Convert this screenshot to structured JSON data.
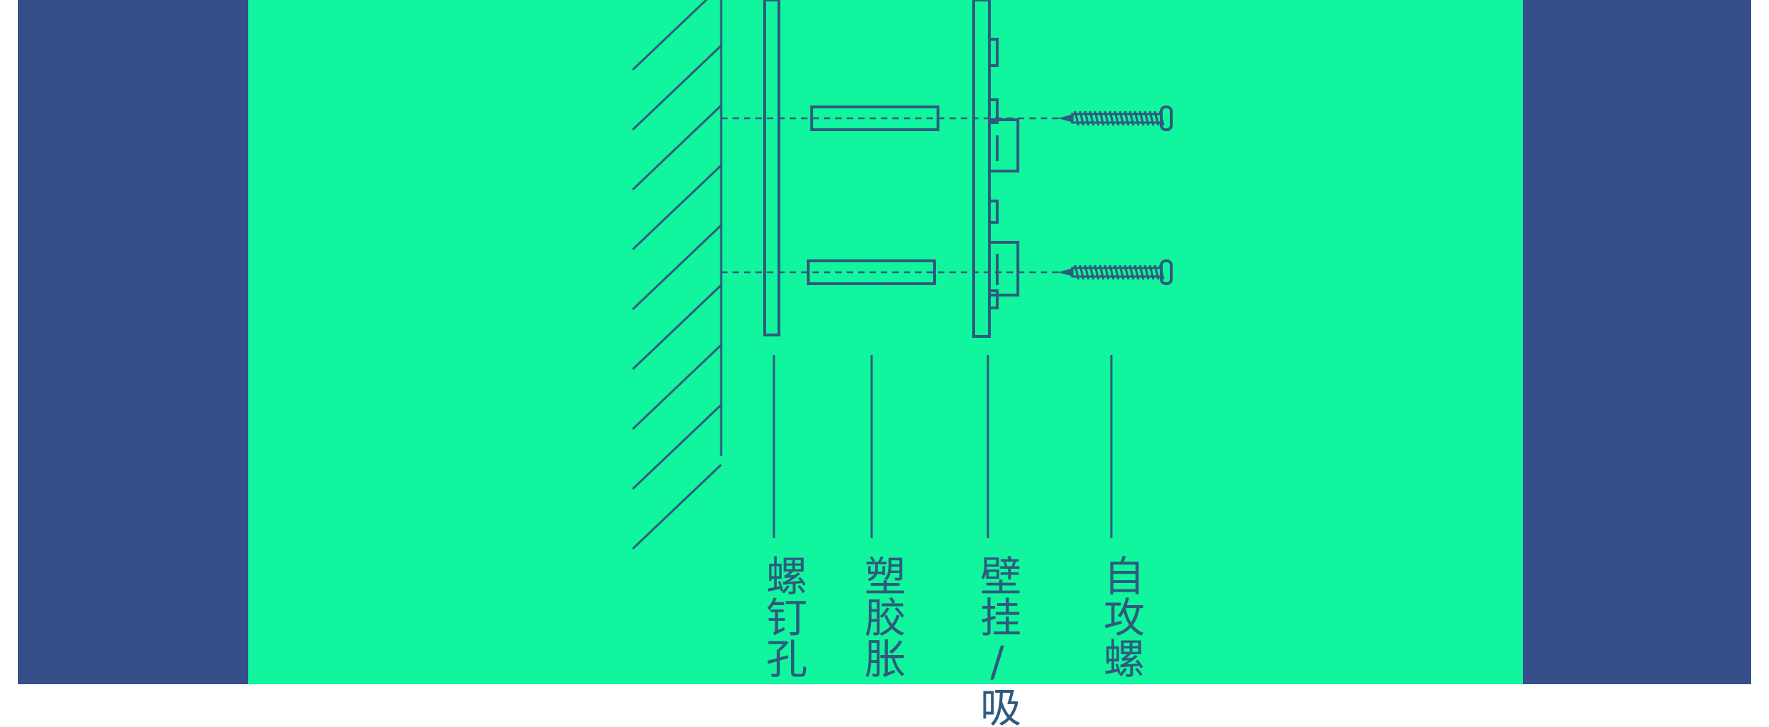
{
  "colors": {
    "frame": "#364f8a",
    "panel": "#10f59e",
    "ink": "#2f5a7d"
  },
  "labels": [
    {
      "id": "screw-hole",
      "text": "螺钉孔"
    },
    {
      "id": "plastic-anchor",
      "text": "塑胶胀"
    },
    {
      "id": "wall-mount",
      "text": "壁挂/吸"
    },
    {
      "id": "self-tapping-screw",
      "text": "自攻螺"
    }
  ]
}
